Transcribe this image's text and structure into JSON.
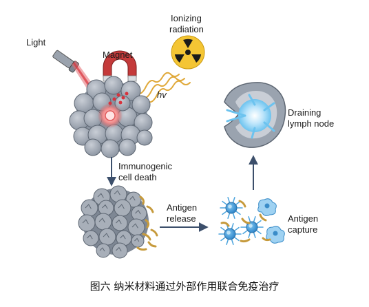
{
  "labels": {
    "light": "Light",
    "magnet": "Magnet",
    "ionizing_line1": "Ionizing",
    "ionizing_line2": "radiation",
    "hv": "hv",
    "immuno_line1": "Immunogenic",
    "immuno_line2": "cell death",
    "antigen_release_line1": "Antigen",
    "antigen_release_line2": "release",
    "antigen_capture_line1": "Antigen",
    "antigen_capture_line2": "capture",
    "lymph_line1": "Draining",
    "lymph_line2": "lymph node"
  },
  "caption": "图六  纳米材料通过外部作用联合免疫治疗",
  "colors": {
    "tumor": "#a9b0bb",
    "tumor_dark": "#6f7885",
    "laser": "#d9474f",
    "magnet": "#c43a3a",
    "radiation": "#e0a93a",
    "hazard_bg": "#f4c534",
    "arrow": "#3c4f6b",
    "immune_cell": "#4aa3dd",
    "antigen": "#c69a3c"
  }
}
